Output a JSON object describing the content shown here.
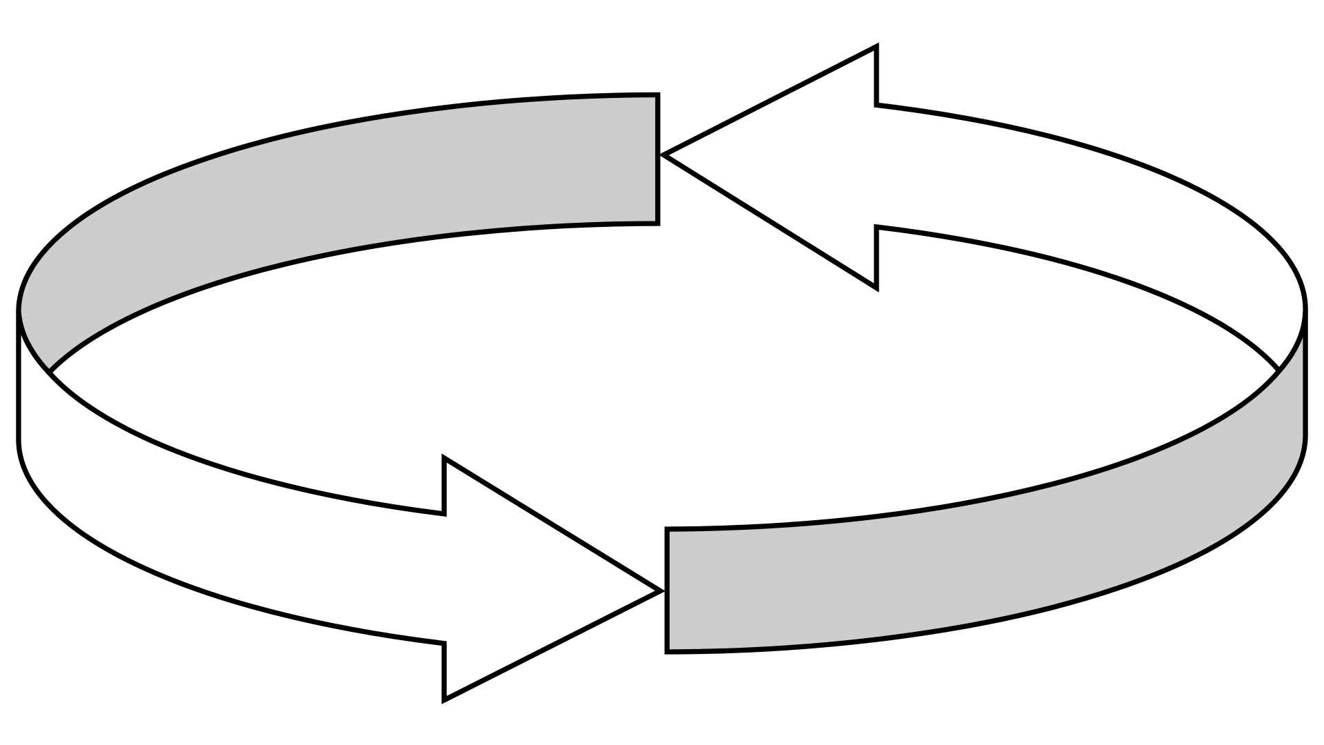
{
  "diagram": {
    "type": "circular-arrows-cycle",
    "segments": [
      {
        "name": "top-left-band",
        "kind": "band",
        "fill": "#cdcdcd"
      },
      {
        "name": "top-right-arrow",
        "kind": "arrow",
        "direction": "left",
        "fill": "#ffffff"
      },
      {
        "name": "bottom-left-arrow",
        "kind": "arrow",
        "direction": "right",
        "fill": "#ffffff"
      },
      {
        "name": "bottom-right-band",
        "kind": "band",
        "fill": "#cdcdcd"
      }
    ],
    "stroke_color": "#000000",
    "background": "#ffffff"
  }
}
